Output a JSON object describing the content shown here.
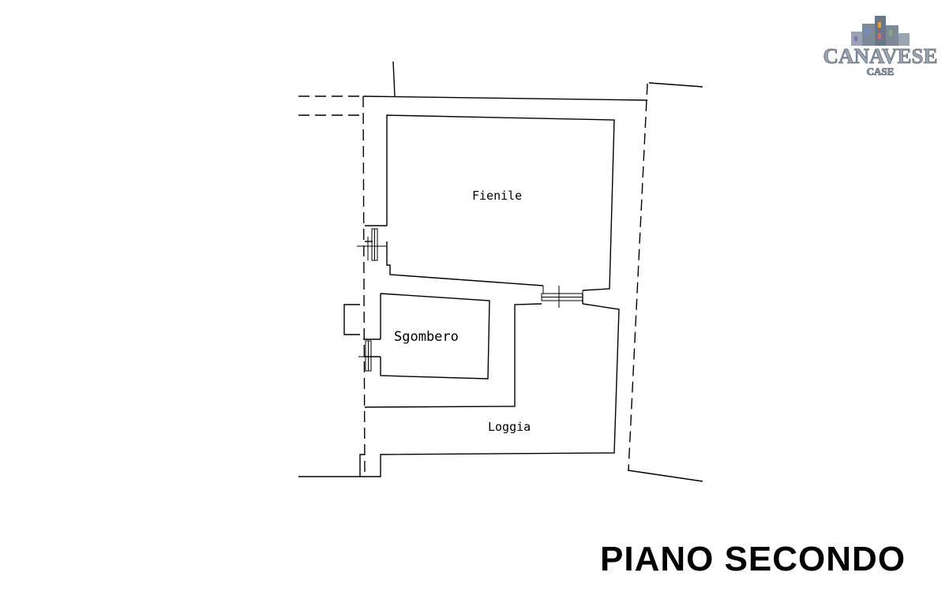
{
  "rooms": {
    "fienile": "Fienile",
    "sgombero": "Sgombero",
    "loggia": "Loggia"
  },
  "plan_title": "PIANO SECONDO",
  "logo": {
    "name": "CANAVESE",
    "sub": "CASE",
    "colors": [
      "#6b8fc9",
      "#e0a33a",
      "#7fb07a",
      "#c9706b",
      "#8a6bb5"
    ]
  }
}
